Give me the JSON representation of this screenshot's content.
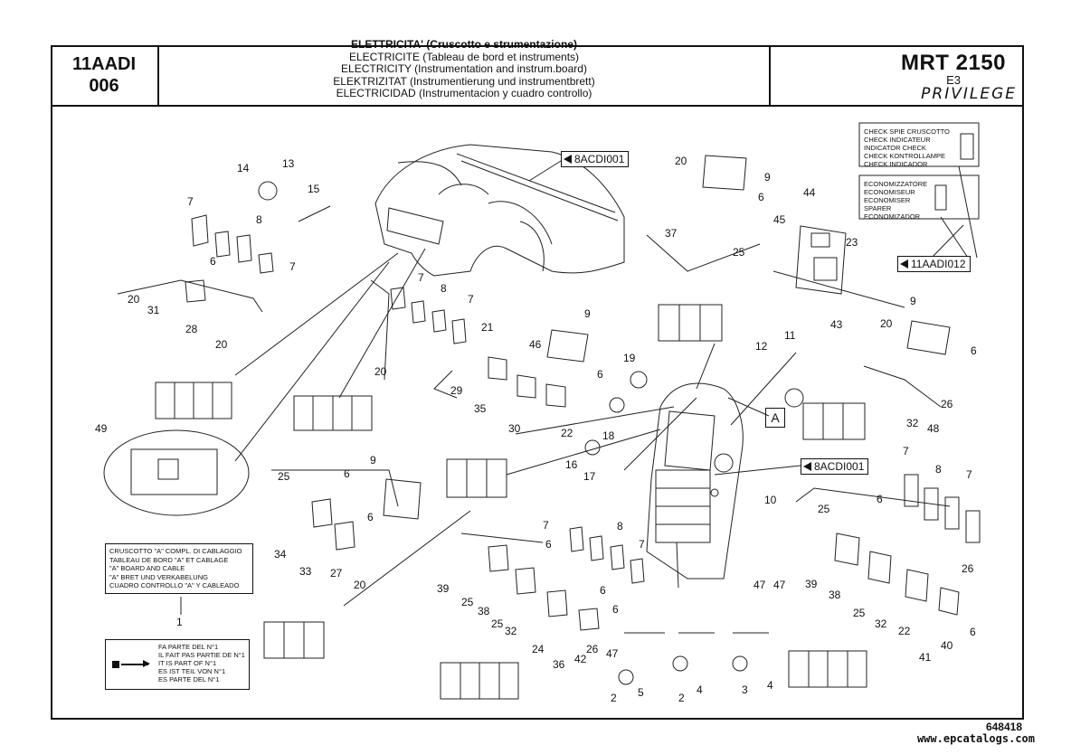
{
  "header": {
    "code_line1": "11AADI",
    "code_line2": "006",
    "titles": [
      "ELETTRICITA' (Cruscotto e strumentazione)",
      "ELECTRICITE (Tableau de bord et instruments)",
      "ELECTRICITY (Instrumentation and instrum.board)",
      "ELEKTRIZITAT (Instrumentierung und instrumentbrett)",
      "ELECTRICIDAD (Instrumentacion y cuadro controllo)"
    ],
    "model": "MRT 2150",
    "model_sub": "E3",
    "brand": "PRIVILEGE"
  },
  "refs": {
    "top": "8ACDI001",
    "mid": "8ACDI001",
    "right": "11AADI012",
    "section_a": "A"
  },
  "notes": {
    "check": [
      "CHECK SPIE CRUSCOTTO",
      "CHECK INDICATEUR",
      "INDICATOR CHECK",
      "CHECK KONTROLLAMPE",
      "CHECK INDICADOR"
    ],
    "economiser": [
      "ECONOMIZZATORE",
      "ECONOMISEUR",
      "ECONOMISER",
      "SPARER",
      "ECONOMIZADOR"
    ],
    "main": [
      "CRUSCOTTO \"A\" COMPL. DI CABLAGGIO",
      "TABLEAU DE BORD \"A\" ET CABLAGE",
      "\"A\" BOARD AND CABLE",
      "\"A\" BRET UND VERKABELUNG",
      "CUADRO CONTROLLO \"A\" Y CABLEADO"
    ],
    "part_of": [
      "FA PARTE DEL N°1",
      "IL FAIT PAS PARTIE DE N°1",
      "IT IS PART OF N°1",
      "ES IST TEIL VON N°1",
      "ES PARTE DEL N°1"
    ]
  },
  "part_labels": [
    "1",
    "2",
    "3",
    "4",
    "5",
    "6",
    "7",
    "8",
    "9",
    "10",
    "11",
    "12",
    "13",
    "14",
    "15",
    "16",
    "17",
    "18",
    "19",
    "20",
    "21",
    "22",
    "23",
    "24",
    "25",
    "26",
    "27",
    "28",
    "29",
    "30",
    "31",
    "32",
    "33",
    "34",
    "35",
    "36",
    "37",
    "38",
    "39",
    "40",
    "41",
    "42",
    "43",
    "44",
    "45",
    "46",
    "47",
    "48",
    "49"
  ],
  "footer": {
    "drawing_number": "648418",
    "watermark": "www.epcatalogs.com"
  }
}
